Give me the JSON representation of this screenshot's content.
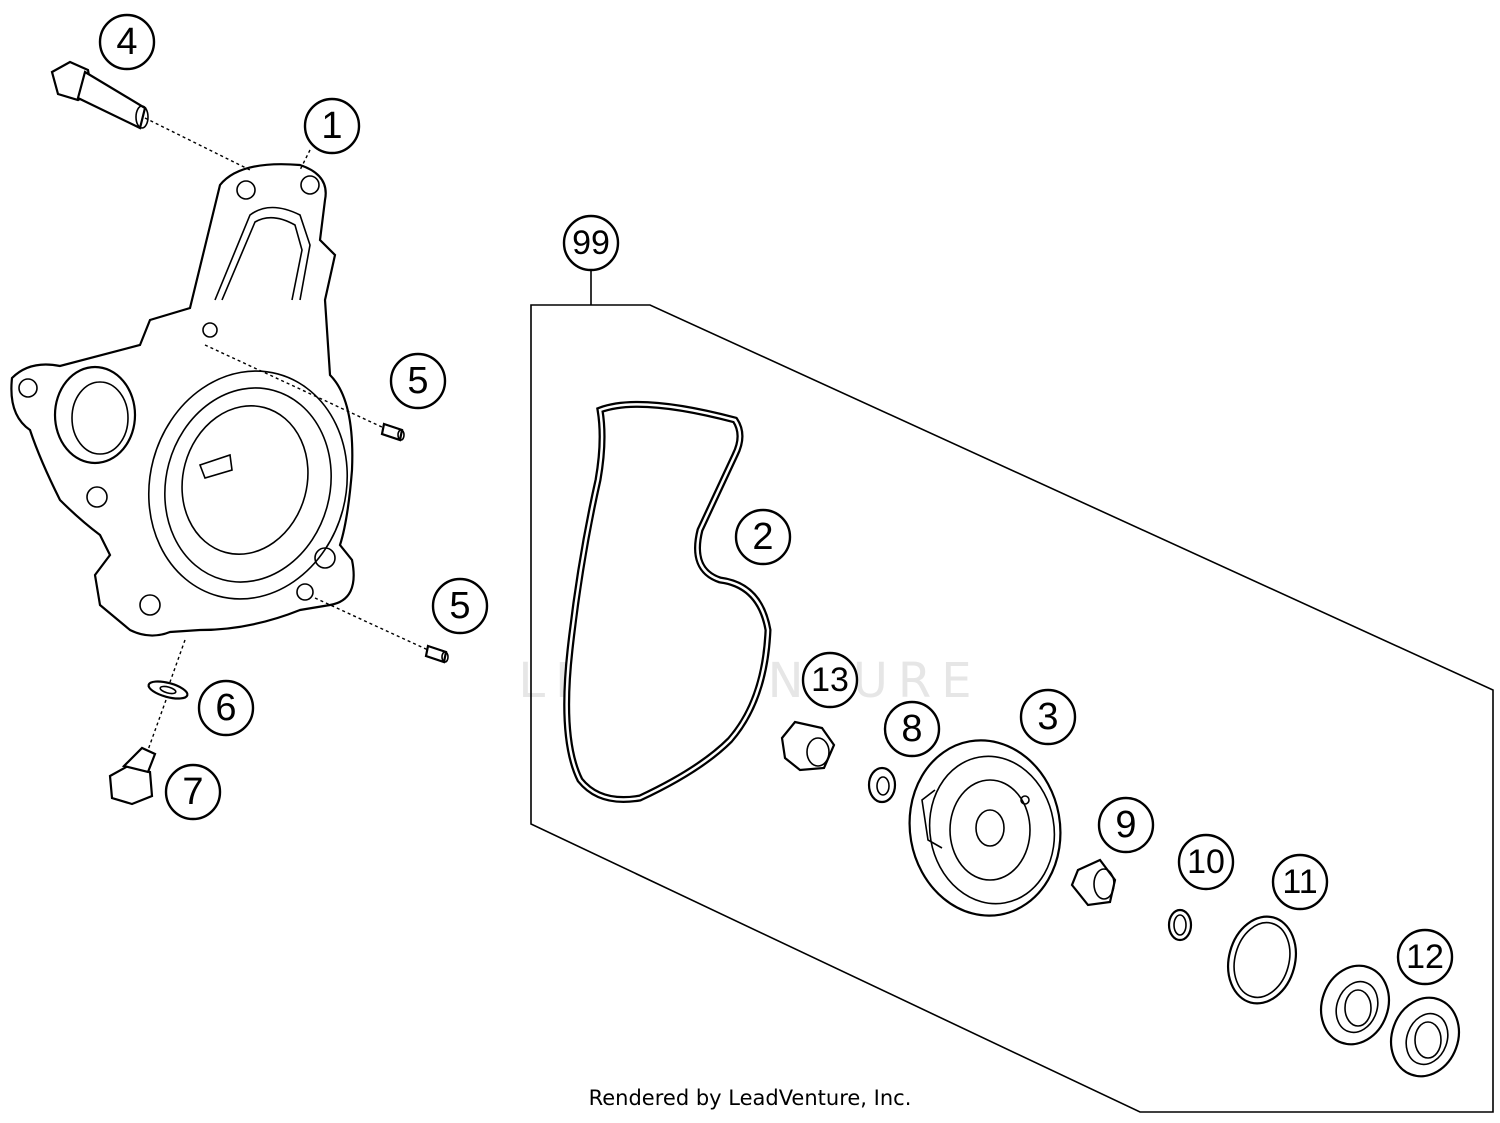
{
  "watermark": "LEADVENTURE",
  "footer": "Rendered by LeadVenture, Inc.",
  "callouts": {
    "c1": "1",
    "c2": "2",
    "c3": "3",
    "c4": "4",
    "c5a": "5",
    "c5b": "5",
    "c6": "6",
    "c7": "7",
    "c8": "8",
    "c9": "9",
    "c10": "10",
    "c11": "11",
    "c12": "12",
    "c13": "13",
    "c99": "99"
  }
}
